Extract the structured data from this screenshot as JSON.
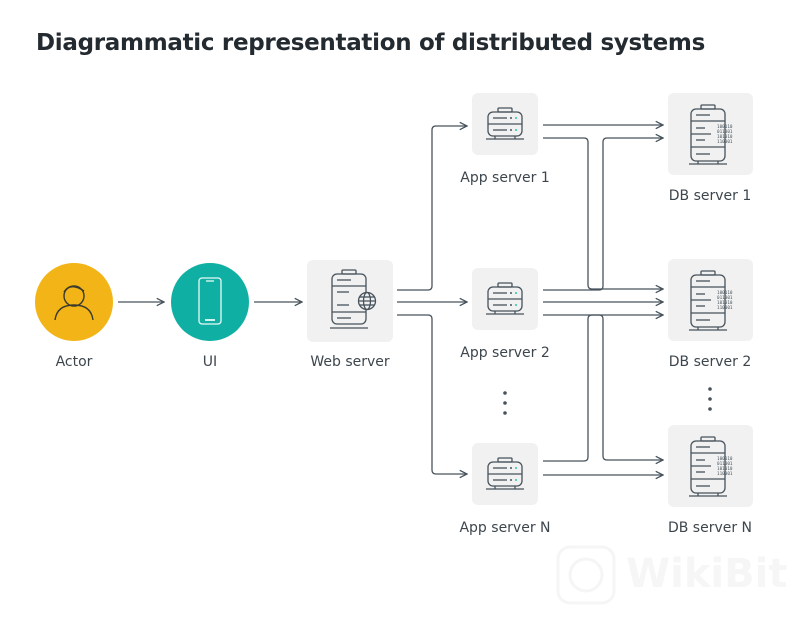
{
  "title": "Diagrammatic representation of distributed systems",
  "colors": {
    "actor": "#f2b417",
    "ui": "#0fb0a3",
    "box_bg": "#f1f1f1",
    "line": "#47535c",
    "accent_led": "#2ec4b0"
  },
  "nodes": {
    "actor": {
      "label": "Actor",
      "icon": "person-icon"
    },
    "ui": {
      "label": "UI",
      "icon": "smartphone-icon"
    },
    "web_server": {
      "label": "Web server",
      "icon": "web-server-globe-icon"
    },
    "app_servers": [
      {
        "label": "App server 1",
        "icon": "server-icon"
      },
      {
        "label": "App server 2",
        "icon": "server-icon"
      },
      {
        "label": "App server N",
        "icon": "server-icon"
      }
    ],
    "db_servers": [
      {
        "label": "DB server 1",
        "icon": "database-server-icon"
      },
      {
        "label": "DB server 2",
        "icon": "database-server-icon"
      },
      {
        "label": "DB server N",
        "icon": "database-server-icon"
      }
    ]
  },
  "edges": [
    {
      "from": "Actor",
      "to": "UI"
    },
    {
      "from": "UI",
      "to": "Web server"
    },
    {
      "from": "Web server",
      "to": "App server 1"
    },
    {
      "from": "Web server",
      "to": "App server 2"
    },
    {
      "from": "Web server",
      "to": "App server N"
    },
    {
      "from": "App server 1",
      "to": "DB server 1"
    },
    {
      "from": "App server 1",
      "to": "DB server 2"
    },
    {
      "from": "App server 2",
      "to": "DB server 1"
    },
    {
      "from": "App server 2",
      "to": "DB server 2"
    },
    {
      "from": "App server 2",
      "to": "DB server N"
    },
    {
      "from": "App server N",
      "to": "DB server 2"
    },
    {
      "from": "App server N",
      "to": "DB server N"
    }
  ],
  "ellipsis": "⋮",
  "watermark": "WikiBit"
}
